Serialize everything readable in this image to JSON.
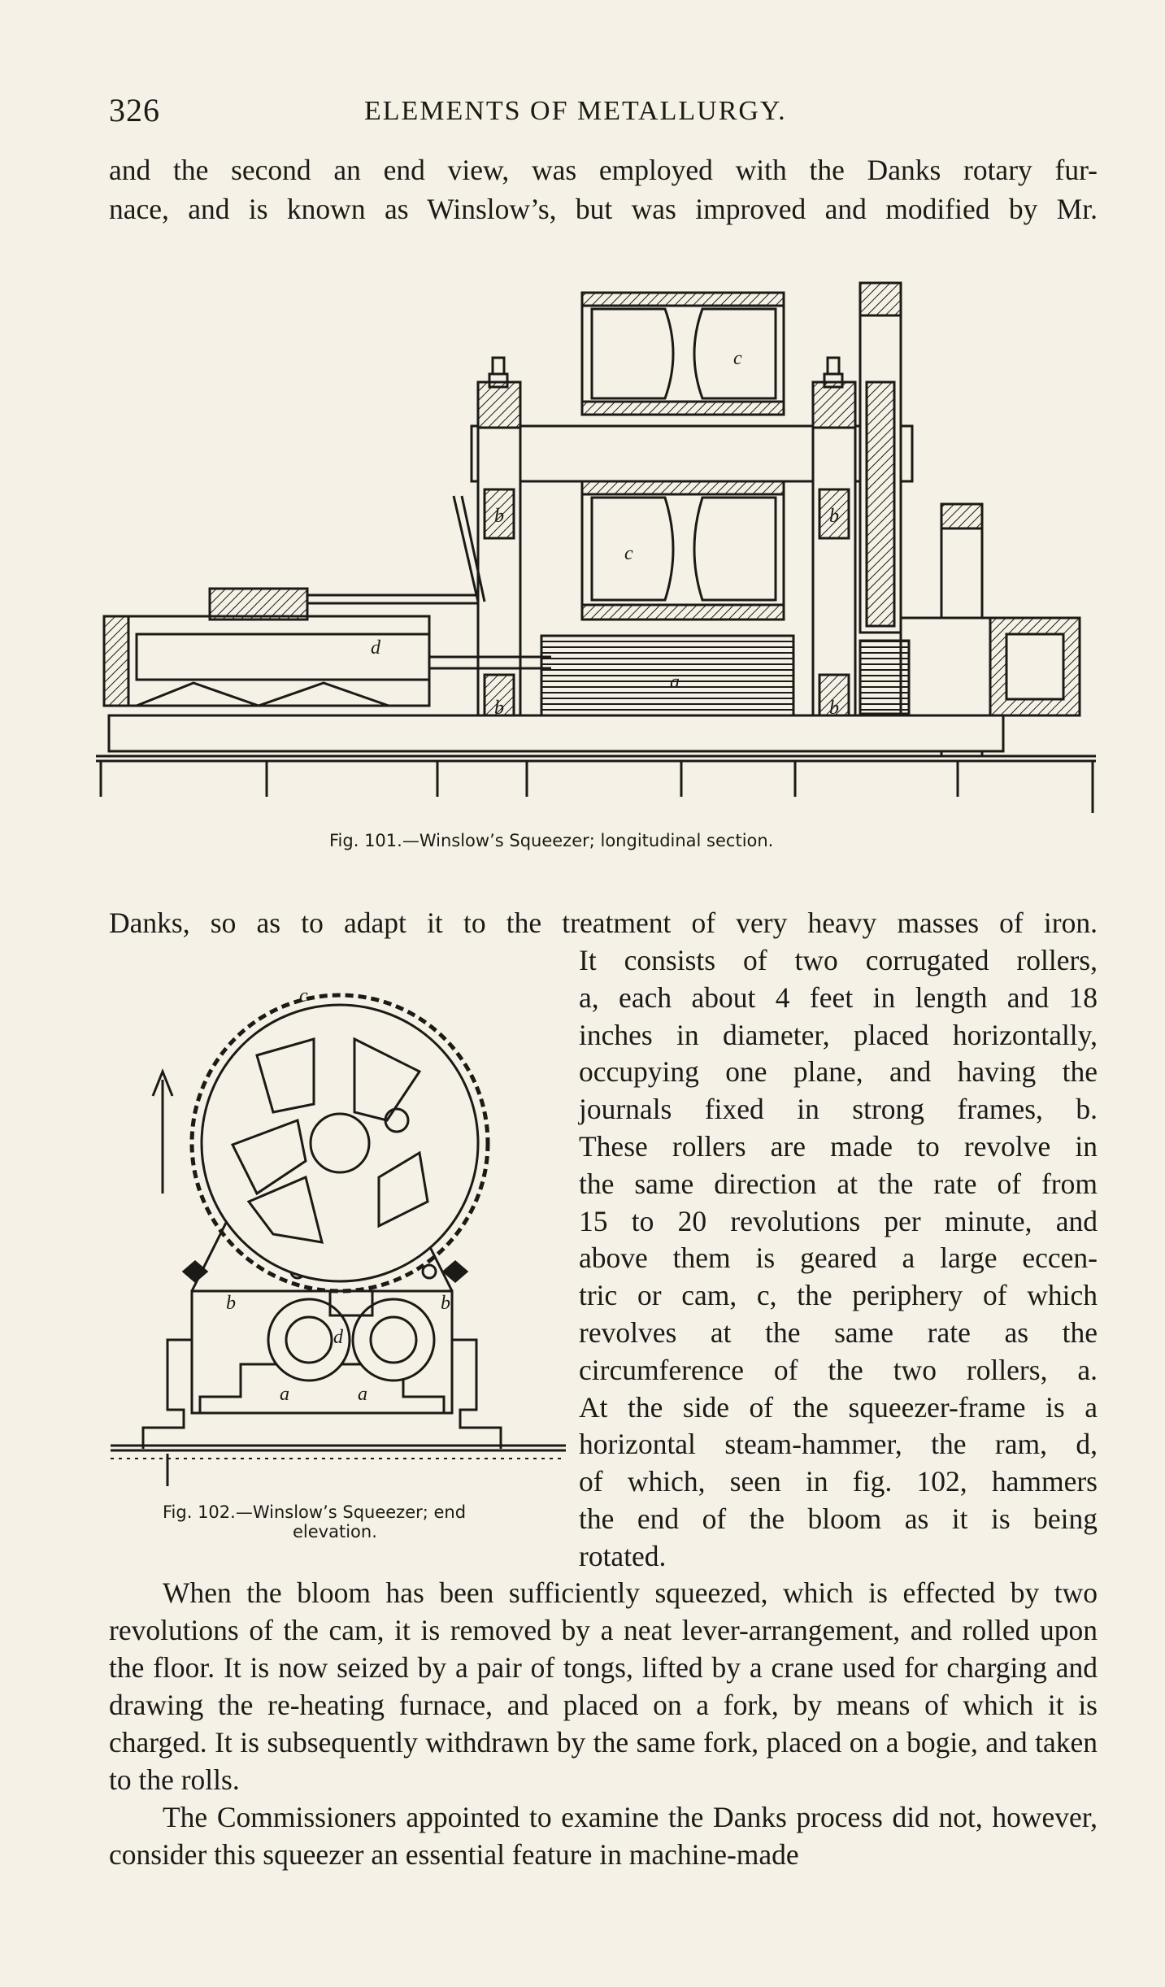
{
  "header": {
    "page_number": "326",
    "running_title": "ELEMENTS OF METALLURGY."
  },
  "text": {
    "p1_line1": "and the second an end view, was employed with the Danks rotary fur-",
    "p1_line2": "nace, and is known as Winslow’s, but was improved and modified by Mr.",
    "p2_line1": "Danks, so as to adapt it to the treatment of very heavy masses of iron.",
    "wrap_lines": [
      "It consists of two corrugated rollers,",
      "a, each about 4 feet in length and 18",
      "inches in diameter, placed horizontally,",
      "occupying one plane, and having the",
      "journals fixed in strong frames, b.",
      "These rollers are made to revolve in",
      "the same direction at the rate of from",
      "15 to 20 revolutions per minute, and",
      "above them is geared a large eccen-",
      "tric or cam, c, the periphery of which",
      "revolves at the same rate as the",
      "circumference of the two rollers, a.",
      "At the side of the squeezer-frame is a",
      "horizontal steam-hammer, the ram, d,",
      "of which, seen in fig. 102, hammers",
      "the end of the bloom as it is being",
      "rotated."
    ],
    "p3": "When the bloom has been sufficiently squeezed, which is effected by two revolutions of the cam, it is removed by a neat lever-arrangement, and rolled upon the floor. It is now seized by a pair of tongs, lifted by a crane used for charging and drawing the re-heating furnace, and placed on a fork, by means of which it is charged. It is subsequently withdrawn by the same fork, placed on a bogie, and taken to the rolls.",
    "p4": "The Commissioners appointed to examine the Danks process did not, however, consider this squeezer an essential feature in machine-made"
  },
  "figures": {
    "fig101": {
      "caption": "Fig. 101.—Winslow’s Squeezer; longitudinal section.",
      "labels": {
        "c_top": "c",
        "c_bottom": "c",
        "b_left_upper": "b",
        "b_right_upper": "b",
        "b_left_lower": "b",
        "b_right_lower": "b",
        "d": "d",
        "a": "a"
      }
    },
    "fig102": {
      "caption_line1": "Fig. 102.—Winslow’s Squeezer; end",
      "caption_line2": "elevation.",
      "labels": {
        "c": "c",
        "b_left": "b",
        "b_right": "b",
        "d": "d",
        "a_left": "a",
        "a_right": "a"
      }
    }
  }
}
